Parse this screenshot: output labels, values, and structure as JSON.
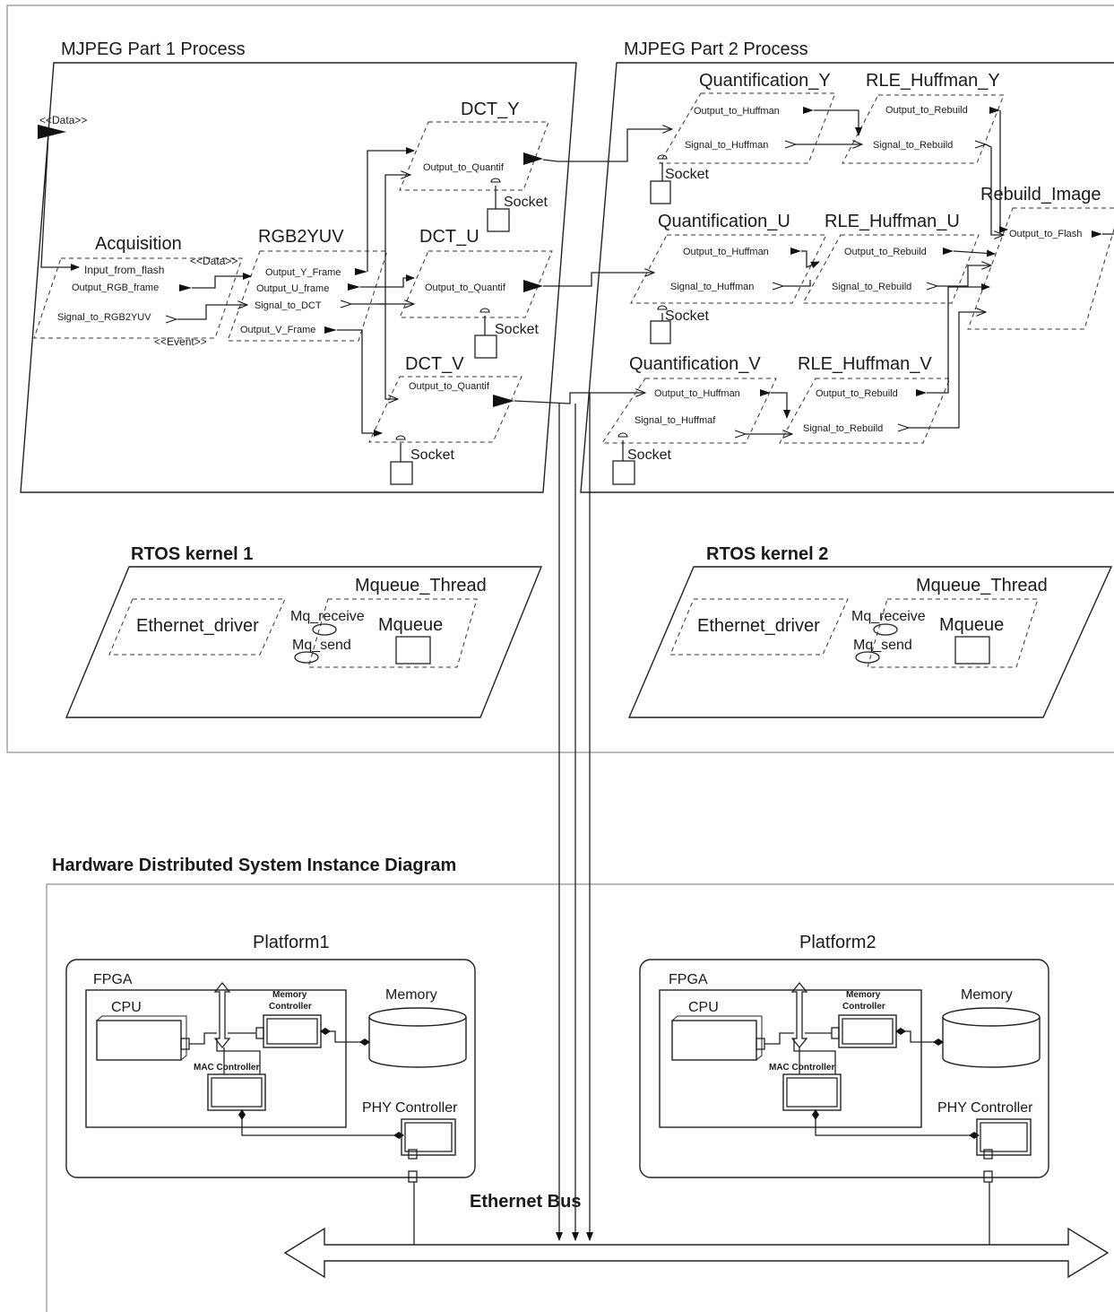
{
  "software": {
    "part1": {
      "title": "MJPEG Part 1 Process",
      "data_stereotype": "<<Data>>",
      "acquisition": {
        "name": "Acquisition",
        "ports": [
          "Input_from_flash",
          "Output_RGB_frame",
          "Signal_to_RGB2YUV"
        ]
      },
      "link_data": "<<Data>>",
      "link_event": "<<Event>>",
      "rgb2yuv": {
        "name": "RGB2YUV",
        "ports": [
          "Output_Y_Frame",
          "Output_U_frame",
          "Signal_to_DCT",
          "Output_V_Frame"
        ]
      },
      "dct_y": {
        "name": "DCT_Y",
        "port": "Output_to_Quantif",
        "socket": "Socket"
      },
      "dct_u": {
        "name": "DCT_U",
        "port": "Output_to_Quantif",
        "socket": "Socket"
      },
      "dct_v": {
        "name": "DCT_V",
        "port": "Output_to_Quantif",
        "socket": "Socket"
      }
    },
    "part2": {
      "title": "MJPEG Part 2 Process",
      "quant_y": {
        "name": "Quantification_Y",
        "ports": [
          "Output_to_Huffman",
          "Signal_to_Huffman"
        ],
        "socket": "Socket"
      },
      "quant_u": {
        "name": "Quantification_U",
        "ports": [
          "Output_to_Huffman",
          "Signal_to_Huffman"
        ],
        "socket": "Socket"
      },
      "quant_v": {
        "name": "Quantification_V",
        "ports": [
          "Output_to_Huffman",
          "Signal_to_Huffmaf"
        ],
        "socket": "Socket"
      },
      "rle_y": {
        "name": "RLE_Huffman_Y",
        "ports": [
          "Output_to_Rebuild",
          "Signal_to_Rebuild"
        ]
      },
      "rle_u": {
        "name": "RLE_Huffman_U",
        "ports": [
          "Output_to_Rebuild",
          "Signal_to_Rebuild"
        ]
      },
      "rle_v": {
        "name": "RLE_Huffman_V",
        "ports": [
          "Output_to_Rebuild",
          "Signal_to_Rebuild"
        ]
      },
      "rebuild": {
        "name": "Rebuild_Image",
        "port": "Output_to_Flash"
      }
    },
    "rtos1": {
      "title": "RTOS kernel 1",
      "thread": "Mqueue_Thread",
      "driver": "Ethernet_driver",
      "mq_receive": "Mq_receive",
      "mq_send": "Mq_send",
      "mqueue": "Mqueue"
    },
    "rtos2": {
      "title": "RTOS kernel 2",
      "thread": "Mqueue_Thread",
      "driver": "Ethernet_driver",
      "mq_receive": "Mq_receive",
      "mq_send": "Mq_send",
      "mqueue": "Mqueue"
    }
  },
  "hardware": {
    "title": "Hardware Distributed  System Instance Diagram",
    "platform1": {
      "name": "Platform1",
      "fpga": "FPGA",
      "cpu": "CPU",
      "memory_controller": "Memory Controller",
      "mac_controller": "MAC Controller",
      "memory": "Memory",
      "phy_controller": "PHY Controller"
    },
    "platform2": {
      "name": "Platform2",
      "fpga": "FPGA",
      "cpu": "CPU",
      "memory_controller": "Memory Controller",
      "mac_controller": "MAC Controller",
      "memory": "Memory",
      "phy_controller": "PHY Controller"
    },
    "bus": "Ethernet Bus"
  }
}
